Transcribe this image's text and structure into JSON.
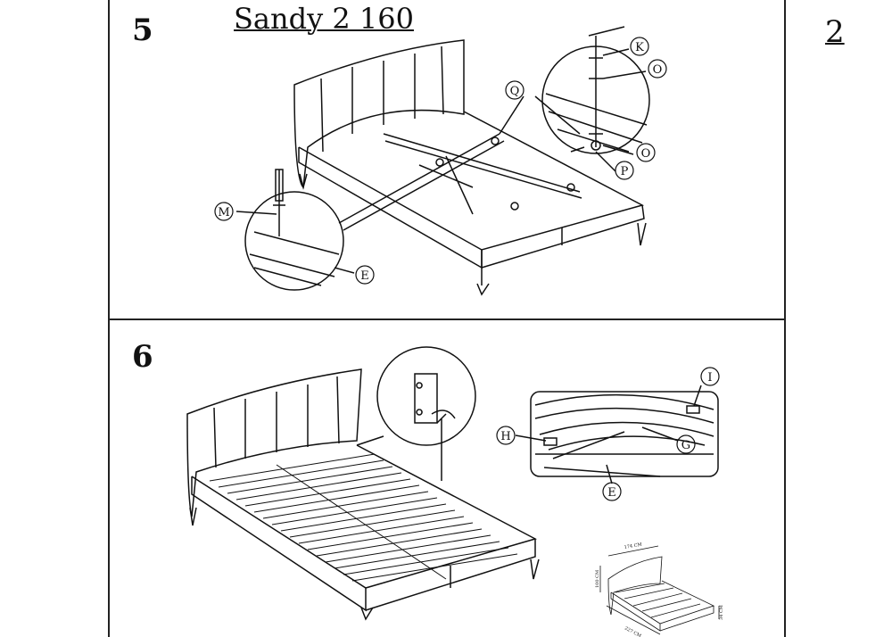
{
  "header": {
    "model_title": "Sandy 2 160",
    "page_number": "2"
  },
  "steps": [
    {
      "number": "5",
      "callouts": [
        "K",
        "O",
        "Q",
        "O",
        "P",
        "M",
        "E"
      ]
    },
    {
      "number": "6",
      "callouts": [
        "I",
        "H",
        "G",
        "E"
      ]
    }
  ],
  "dimensions": {
    "width": "174 CM",
    "height": "100 CM",
    "length": "227 CM",
    "leg_height": "34 CM"
  }
}
